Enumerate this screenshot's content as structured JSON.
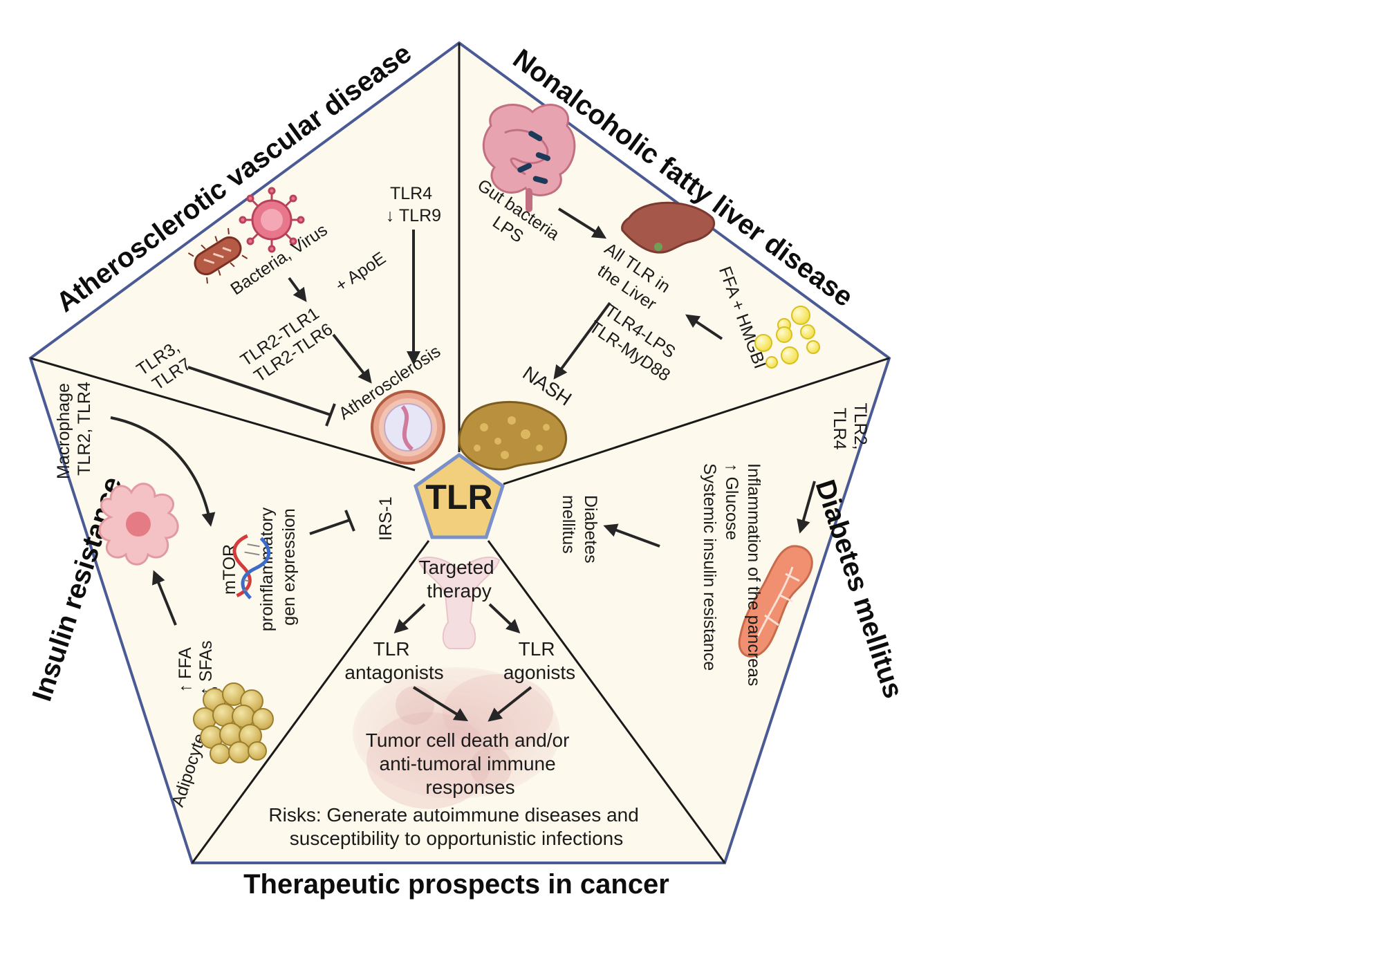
{
  "center": {
    "label": "TLR"
  },
  "sections": {
    "atherosclerosis": {
      "title": "Atherosclerotic vascular disease",
      "pathogens": "Bacteria, Virus",
      "receptors": [
        "TLR2-TLR1",
        "TLR2-TLR6"
      ],
      "apoe": "+ ApoE",
      "tlr4_tlr9": [
        "TLR4",
        "↓ TLR9"
      ],
      "tlr3_tlr7": [
        "TLR3,",
        "TLR7"
      ],
      "outcome": "Atherosclerosis"
    },
    "nafld": {
      "title": "Nonalcoholic fatty liver disease",
      "gut": [
        "Gut bacteria",
        "LPS"
      ],
      "liver": [
        "All TLR in",
        "the Liver"
      ],
      "ffa": "FFA + HMGBI",
      "pathways": [
        "TLR4-LPS",
        "TLR-MyD88"
      ],
      "outcome": "NASH"
    },
    "diabetes": {
      "title": "Diabetes mellitus",
      "receptors": [
        "TLR2,",
        "TLR4"
      ],
      "effects": [
        "Inflammation of the pancreas",
        "↑ Glucose",
        "Systemic insulin resistance"
      ],
      "outcome": [
        "Diabetes",
        "mellitus"
      ]
    },
    "cancer": {
      "title": "Therapeutic prospects in cancer",
      "therapy": [
        "Targeted",
        "therapy"
      ],
      "antagonists": [
        "TLR",
        "antagonists"
      ],
      "agonists": [
        "TLR",
        "agonists"
      ],
      "outcome": [
        "Tumor cell death and/or",
        "anti-tumoral immune",
        "responses"
      ],
      "risks": [
        "Risks: Generate autoimmune diseases and",
        "susceptibility to opportunistic infections"
      ]
    },
    "insulin": {
      "title": "Insulin resistance",
      "macrophage": [
        "Macrophage",
        "TLR2, TLR4"
      ],
      "signal": [
        "mTOR",
        "proinflammatory",
        "gen expression"
      ],
      "irs": "IRS-1",
      "adipose": "Adipocyte  tissue",
      "fatty": [
        "↑ FFA",
        "↑ SFAs"
      ]
    }
  },
  "colors": {
    "background": "#fdf9ec",
    "border": "#4a5a94",
    "center_fill": "#f2cf7c",
    "center_stroke": "#7a90c8"
  },
  "icons": [
    "bacteria-icon",
    "virus-icon",
    "intestine-icon",
    "liver-icon",
    "fat-droplets-icon",
    "fatty-liver-icon",
    "artery-cross-section-icon",
    "pancreas-icon",
    "macrophage-icon",
    "dna-icon",
    "adipocyte-cluster-icon",
    "uterus-icon",
    "tumor-icon"
  ]
}
